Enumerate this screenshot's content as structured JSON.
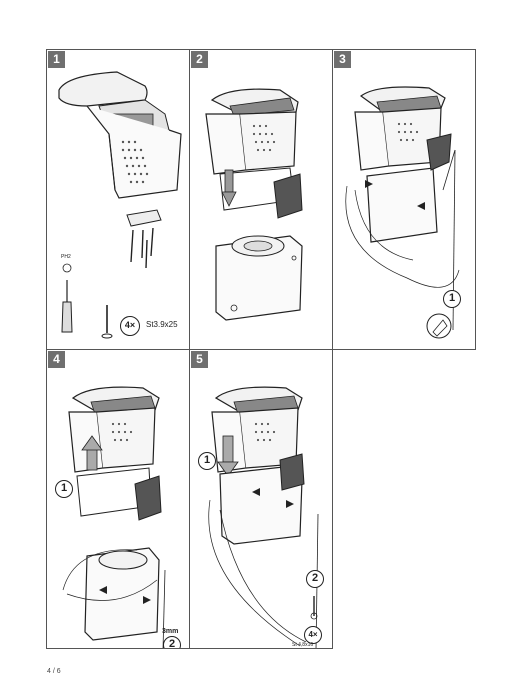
{
  "panels": [
    {
      "number": "1"
    },
    {
      "number": "2"
    },
    {
      "number": "3"
    },
    {
      "number": "4"
    },
    {
      "number": "5"
    }
  ],
  "panel1": {
    "qty": "4×",
    "screw": "St3.9x25",
    "screwdriver_tag": "PH2"
  },
  "panel3": {
    "step": "1"
  },
  "panel4": {
    "step1": "1",
    "step2": "2",
    "tool": "3mm"
  },
  "panel5": {
    "step1": "1",
    "step2": "2",
    "qty": "4×",
    "screw": "St 4,8x16"
  },
  "footer": {
    "page": "4 / 6"
  }
}
